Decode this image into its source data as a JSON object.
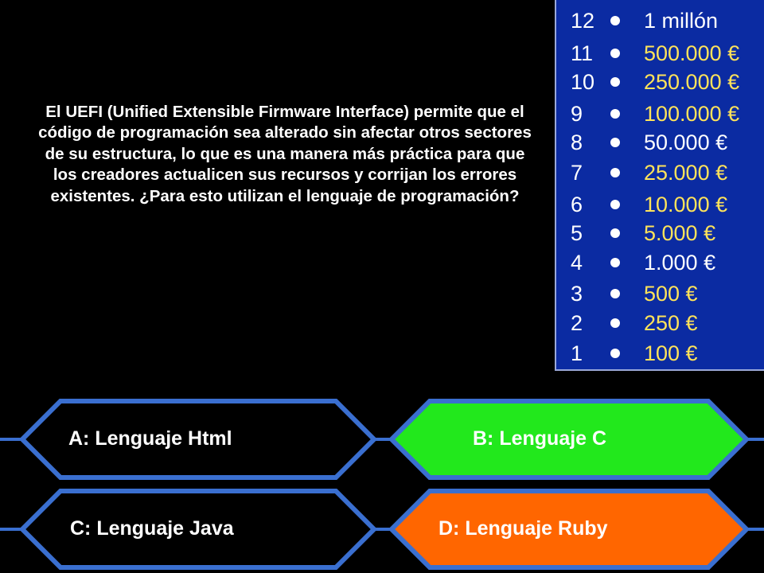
{
  "question": {
    "text": "El UEFI (Unified Extensible Firmware Interface) permite que el código de programación sea alterado sin afectar otros sectores de su estructura, lo que es una manera más práctica para que los creadores actualicen sus recursos y corrijan los errores existentes. ¿Para esto utilizan el lenguaje de programación?"
  },
  "ladder": [
    {
      "level": "12",
      "prize": "1 millón"
    },
    {
      "level": "11",
      "prize": "500.000 €"
    },
    {
      "level": "10",
      "prize": "250.000 €"
    },
    {
      "level": "9",
      "prize": "100.000 €"
    },
    {
      "level": "8",
      "prize": "50.000 €"
    },
    {
      "level": "7",
      "prize": "25.000 €"
    },
    {
      "level": "6",
      "prize": "10.000 €"
    },
    {
      "level": "5",
      "prize": "5.000 €"
    },
    {
      "level": "4",
      "prize": "1.000 €"
    },
    {
      "level": "3",
      "prize": "500 €"
    },
    {
      "level": "2",
      "prize": "250 €"
    },
    {
      "level": "1",
      "prize": "100 €"
    }
  ],
  "answers": {
    "a": {
      "label": "A:  Lenguaje Html",
      "state": "normal"
    },
    "b": {
      "label": "B:  Lenguaje C",
      "state": "correct"
    },
    "c": {
      "label": "C:  Lenguaje Java",
      "state": "normal"
    },
    "d": {
      "label": "D:  Lenguaje Ruby",
      "state": "selected"
    }
  },
  "colors": {
    "ladder_bg": "#0b2ba2",
    "answer_border": "#3a6fd0",
    "answer_fill": "#000000",
    "correct_fill": "#22e81c",
    "selected_fill": "#ff6600",
    "text": "#ffffff"
  }
}
